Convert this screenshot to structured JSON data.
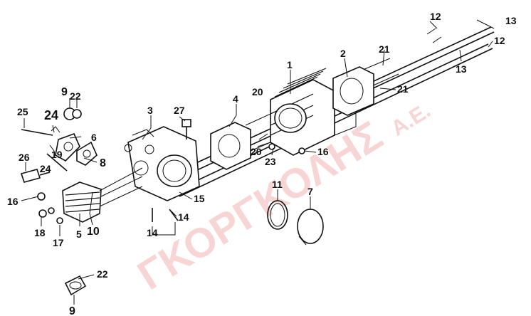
{
  "watermark": {
    "company": "ΓΚΟΡΓΚΟΛΗΣ",
    "suffix": "Α.Ε.",
    "color": "#f2b3b3"
  },
  "callouts": [
    {
      "id": "c1",
      "text": "1"
    },
    {
      "id": "c2",
      "text": "2"
    },
    {
      "id": "c3",
      "text": "3"
    },
    {
      "id": "c4",
      "text": "4"
    },
    {
      "id": "c5",
      "text": "5"
    },
    {
      "id": "c6",
      "text": "6"
    },
    {
      "id": "c7",
      "text": "7"
    },
    {
      "id": "c8",
      "text": "8"
    },
    {
      "id": "c9a",
      "text": "9"
    },
    {
      "id": "c9b",
      "text": "9"
    },
    {
      "id": "c10",
      "text": "10"
    },
    {
      "id": "c11",
      "text": "11"
    },
    {
      "id": "c12a",
      "text": "12"
    },
    {
      "id": "c12b",
      "text": "12"
    },
    {
      "id": "c13a",
      "text": "13"
    },
    {
      "id": "c13b",
      "text": "13"
    },
    {
      "id": "c14a",
      "text": "14"
    },
    {
      "id": "c14b",
      "text": "14"
    },
    {
      "id": "c15",
      "text": "15"
    },
    {
      "id": "c16a",
      "text": "16"
    },
    {
      "id": "c16b",
      "text": "16"
    },
    {
      "id": "c17",
      "text": "17"
    },
    {
      "id": "c18",
      "text": "18"
    },
    {
      "id": "c19",
      "text": "19"
    },
    {
      "id": "c20a",
      "text": "20"
    },
    {
      "id": "c20b",
      "text": "20"
    },
    {
      "id": "c21a",
      "text": "21"
    },
    {
      "id": "c21b",
      "text": "21"
    },
    {
      "id": "c22a",
      "text": "22"
    },
    {
      "id": "c22b",
      "text": "22"
    },
    {
      "id": "c23",
      "text": "23"
    },
    {
      "id": "c24a",
      "text": "24"
    },
    {
      "id": "c24b",
      "text": "24"
    },
    {
      "id": "c25",
      "text": "25"
    },
    {
      "id": "c26",
      "text": "26"
    },
    {
      "id": "c27",
      "text": "27"
    }
  ]
}
